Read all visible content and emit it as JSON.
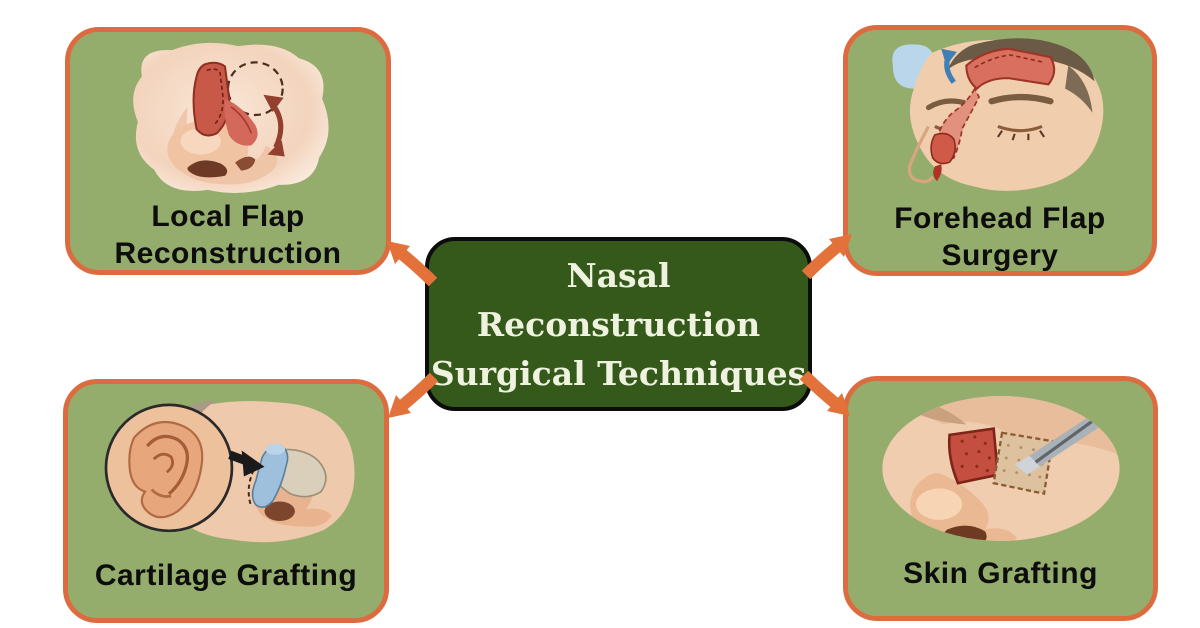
{
  "title": {
    "line1": "Nasal",
    "line2": "Reconstruction",
    "line3": "Surgical Techniques"
  },
  "cards": {
    "top_left": {
      "label_line1": "Local Flap",
      "label_line2": "Reconstruction",
      "illustration": "local-flap-nose-illustration"
    },
    "top_right": {
      "label_line1": "Forehead Flap",
      "label_line2": "Surgery",
      "illustration": "forehead-flap-face-illustration"
    },
    "bottom_left": {
      "label": "Cartilage Grafting",
      "illustration": "ear-cartilage-graft-illustration"
    },
    "bottom_right": {
      "label": "Skin Grafting",
      "illustration": "skin-graft-nose-illustration"
    }
  },
  "colors": {
    "page_background": "#ffffff",
    "card_background": "#95ad6c",
    "card_border": "#dc6c40",
    "center_background": "#35591b",
    "center_border": "#0c0c0c",
    "center_text": "#eef2df",
    "card_label_text": "#0d0d0d",
    "arrow": "#e2713a"
  }
}
